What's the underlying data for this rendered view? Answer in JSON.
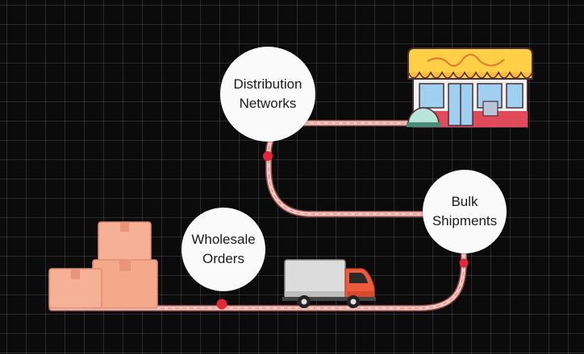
{
  "diagram": {
    "nodes": [
      {
        "id": "distribution",
        "label": "Distribution\nNetworks"
      },
      {
        "id": "bulk",
        "label": "Bulk\nShipments"
      },
      {
        "id": "wholesale",
        "label": "Wholesale\nOrders"
      }
    ],
    "icons": [
      "stacked-boxes-icon",
      "delivery-truck-icon",
      "storefront-icon"
    ],
    "colors": {
      "background": "#0b0b0b",
      "road": "#f6c7c0",
      "road_edge": "#8a4a4a",
      "marker": "#e4263a",
      "bubble": "#fafafa",
      "box": "#f4a88c",
      "truck_cab": "#f05a3c",
      "awning": "#ffcf45"
    }
  }
}
